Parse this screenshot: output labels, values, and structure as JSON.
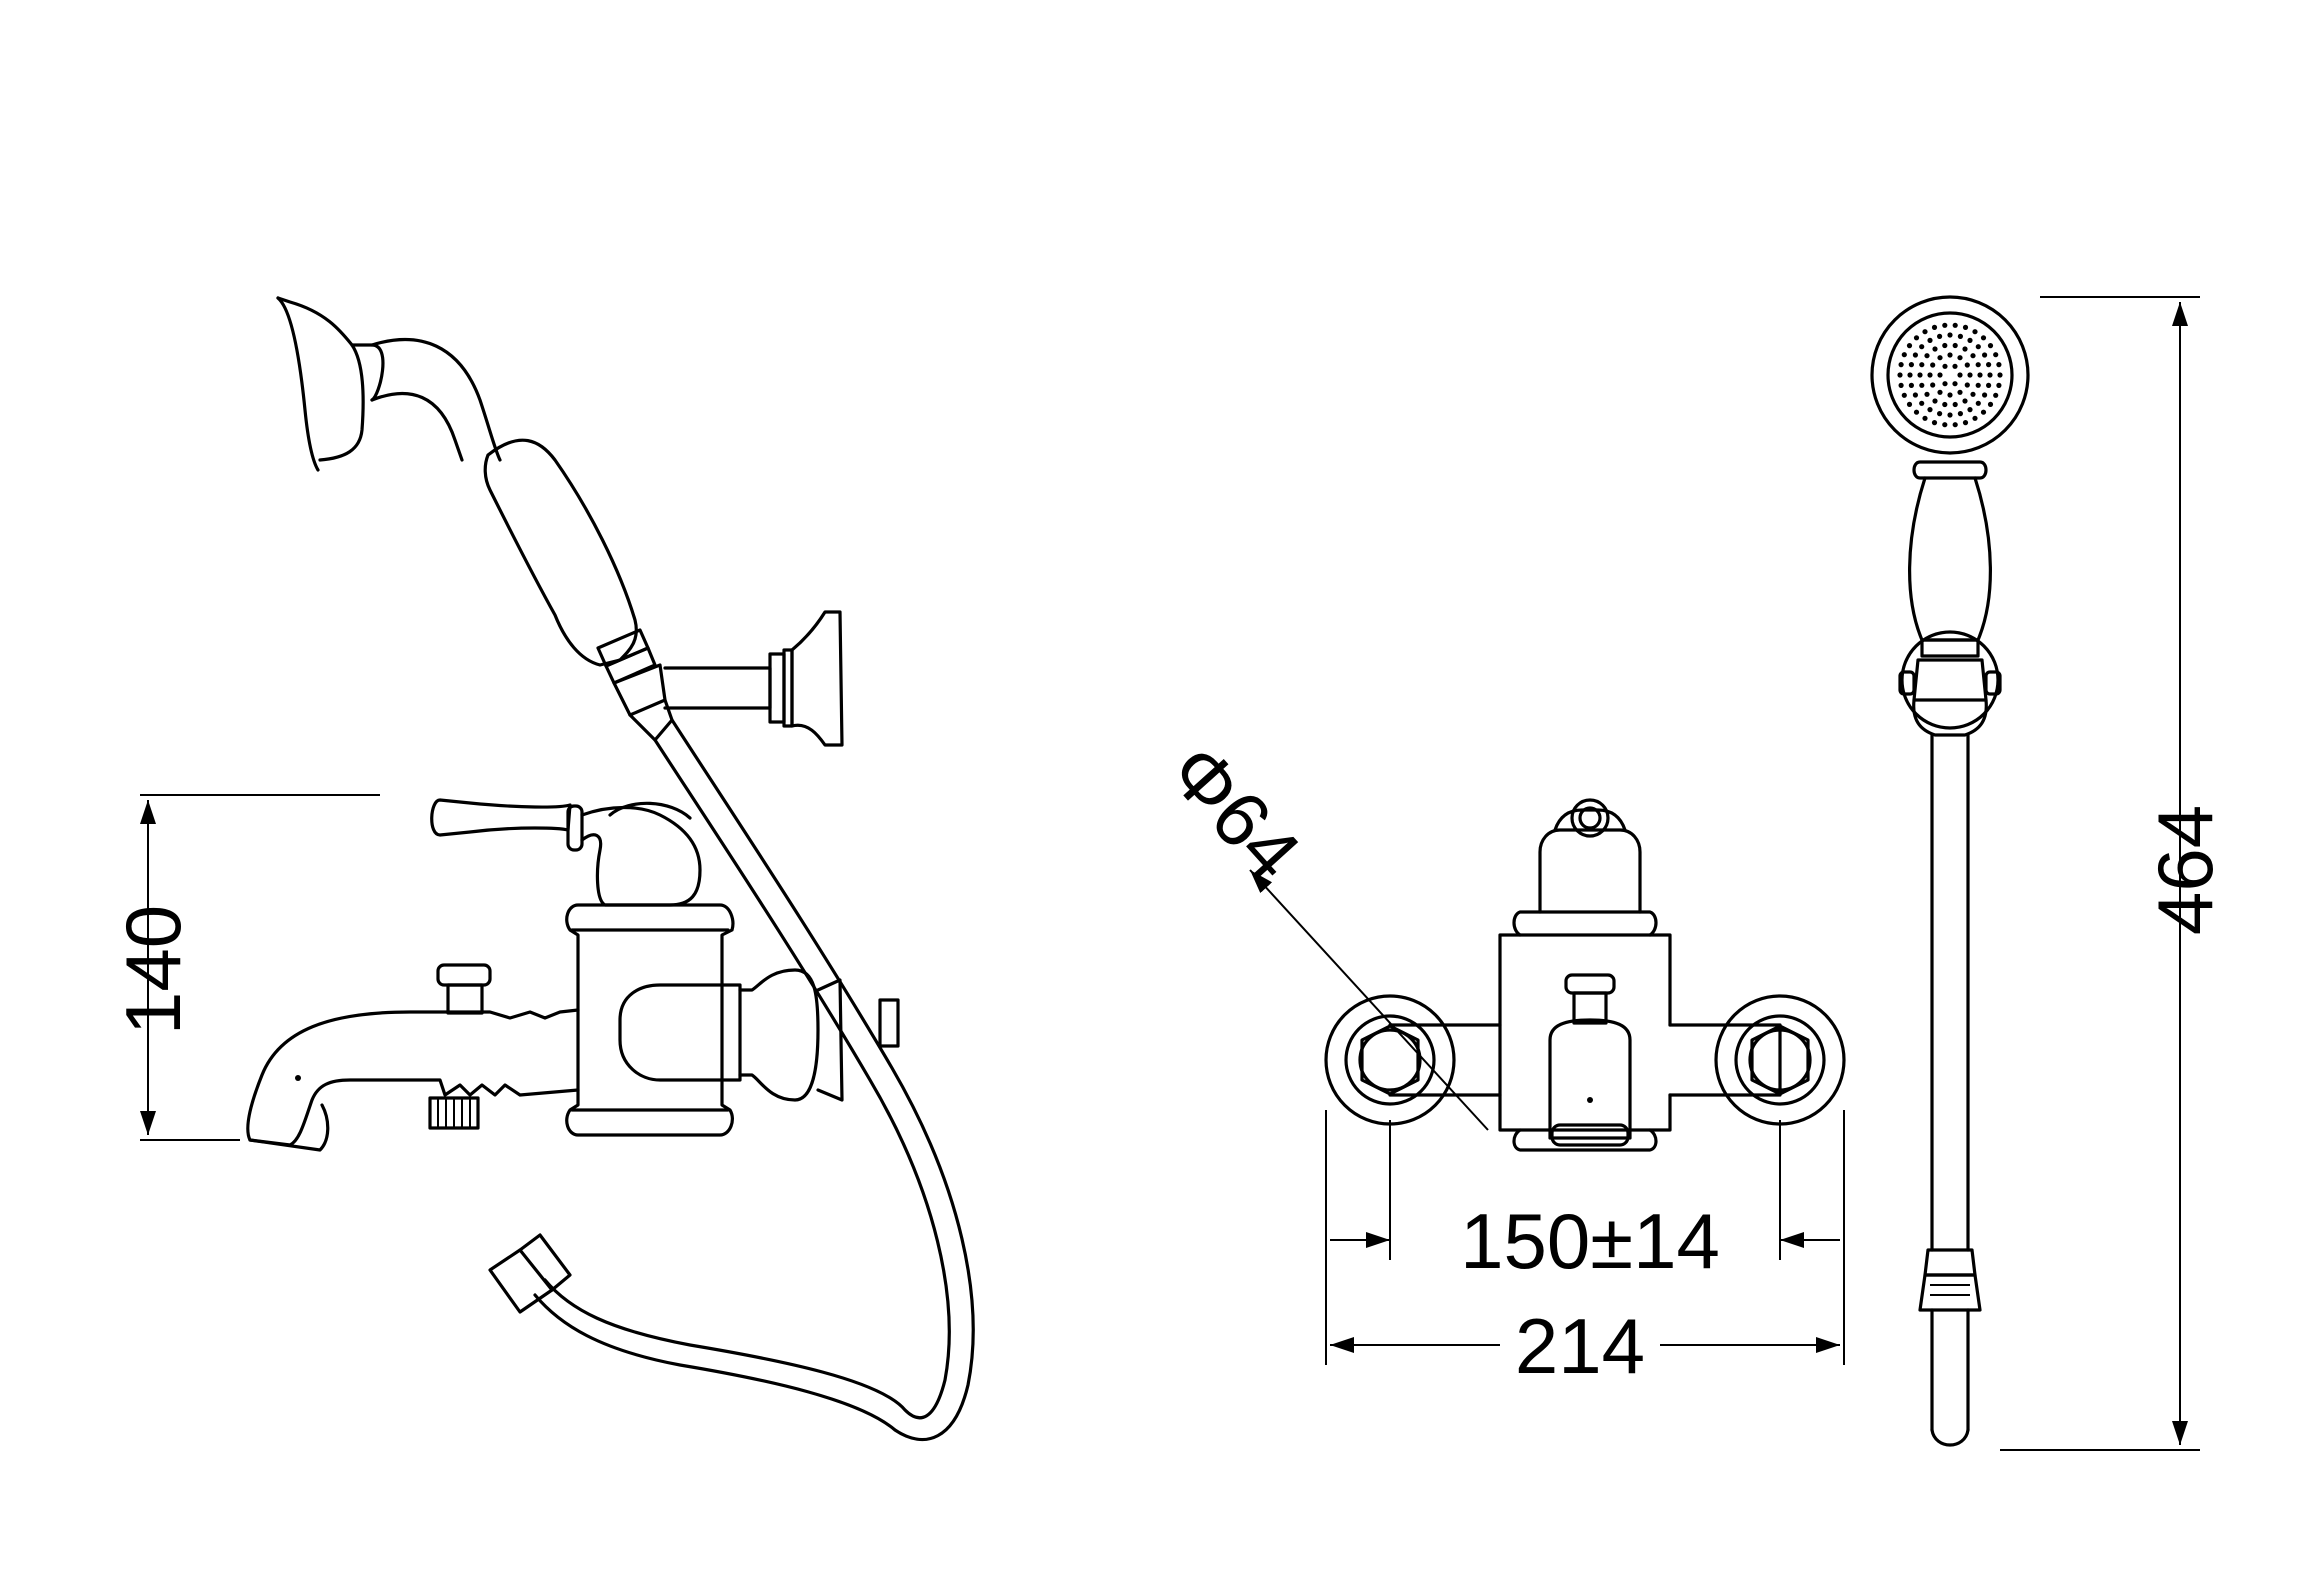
{
  "dimensions": {
    "height_faucet": "140",
    "outlet_diameter": "Φ64",
    "center_distance": "150±14",
    "overall_width": "214",
    "total_height": "464"
  },
  "colors": {
    "line": "#000000",
    "background": "#ffffff"
  }
}
